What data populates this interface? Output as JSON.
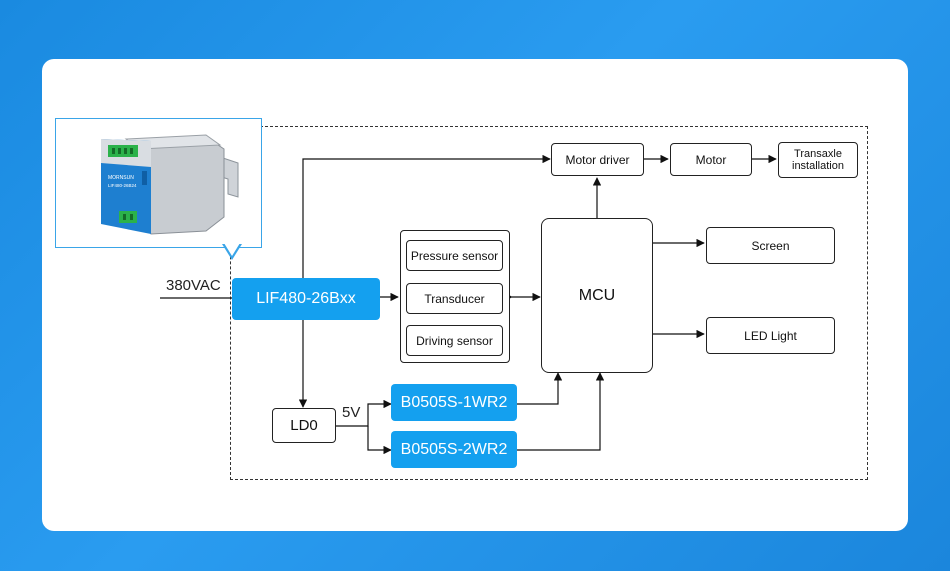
{
  "diagram": {
    "input_label": "380VAC",
    "power_module": "LIF480-26Bxx",
    "motor_driver": "Motor driver",
    "motor": "Motor",
    "transaxle": "Transaxle installation",
    "sensors": [
      "Pressure sensor",
      "Transducer",
      "Driving sensor"
    ],
    "mcu": "MCU",
    "screen": "Screen",
    "led_light": "LED Light",
    "ldo": "LD0",
    "ldo_output": "5V",
    "converter_1": "B0505S-1WR2",
    "converter_2": "B0505S-2WR2"
  },
  "product_image": {
    "brand_text": "MORNSUN",
    "model_text": "LIF480-26B24",
    "module_color": "#1e7fd0",
    "terminal_color": "#2bb24a"
  },
  "colors": {
    "background": "#1d8ee4",
    "accent_blue": "#14a0ef",
    "card": "#ffffff"
  }
}
